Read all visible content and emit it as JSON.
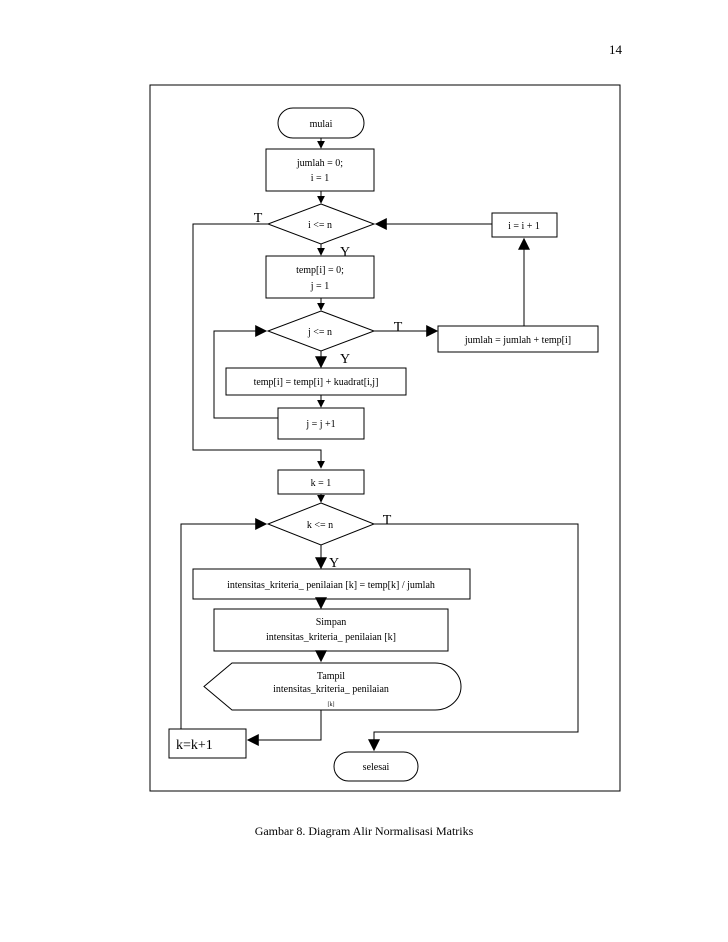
{
  "page_number": "14",
  "caption": "Gambar 8.  Diagram Alir Normalisasi Matriks",
  "nodes": {
    "start": "mulai",
    "init_jumlah_1": "jumlah = 0;",
    "init_jumlah_2": "i = 1",
    "cond_i": "i <= n",
    "inc_i": "i = i + 1",
    "init_temp_1": "temp[i] = 0;",
    "init_temp_2": "j = 1",
    "cond_j": "j <= n",
    "accum_jumlah": "jumlah = jumlah + temp[i]",
    "accum_temp": "temp[i] = temp[i] + kuadrat[i,j]",
    "inc_j": "j = j +1",
    "init_k": "k = 1",
    "cond_k": "k <= n",
    "normalize": "intensitas_kriteria_ penilaian [k] = temp[k] / jumlah",
    "save_1": "Simpan",
    "save_2": "intensitas_kriteria_ penilaian [k]",
    "display_1": "Tampil",
    "display_2": "intensitas_kriteria_ penilaian",
    "display_3": "[k]",
    "inc_k": "k=k+1",
    "end": "selesai"
  },
  "edge_labels": {
    "i_false": "T",
    "i_true": "Y",
    "j_false": "T",
    "j_true": "Y",
    "k_false": "T",
    "k_true": "Y"
  }
}
